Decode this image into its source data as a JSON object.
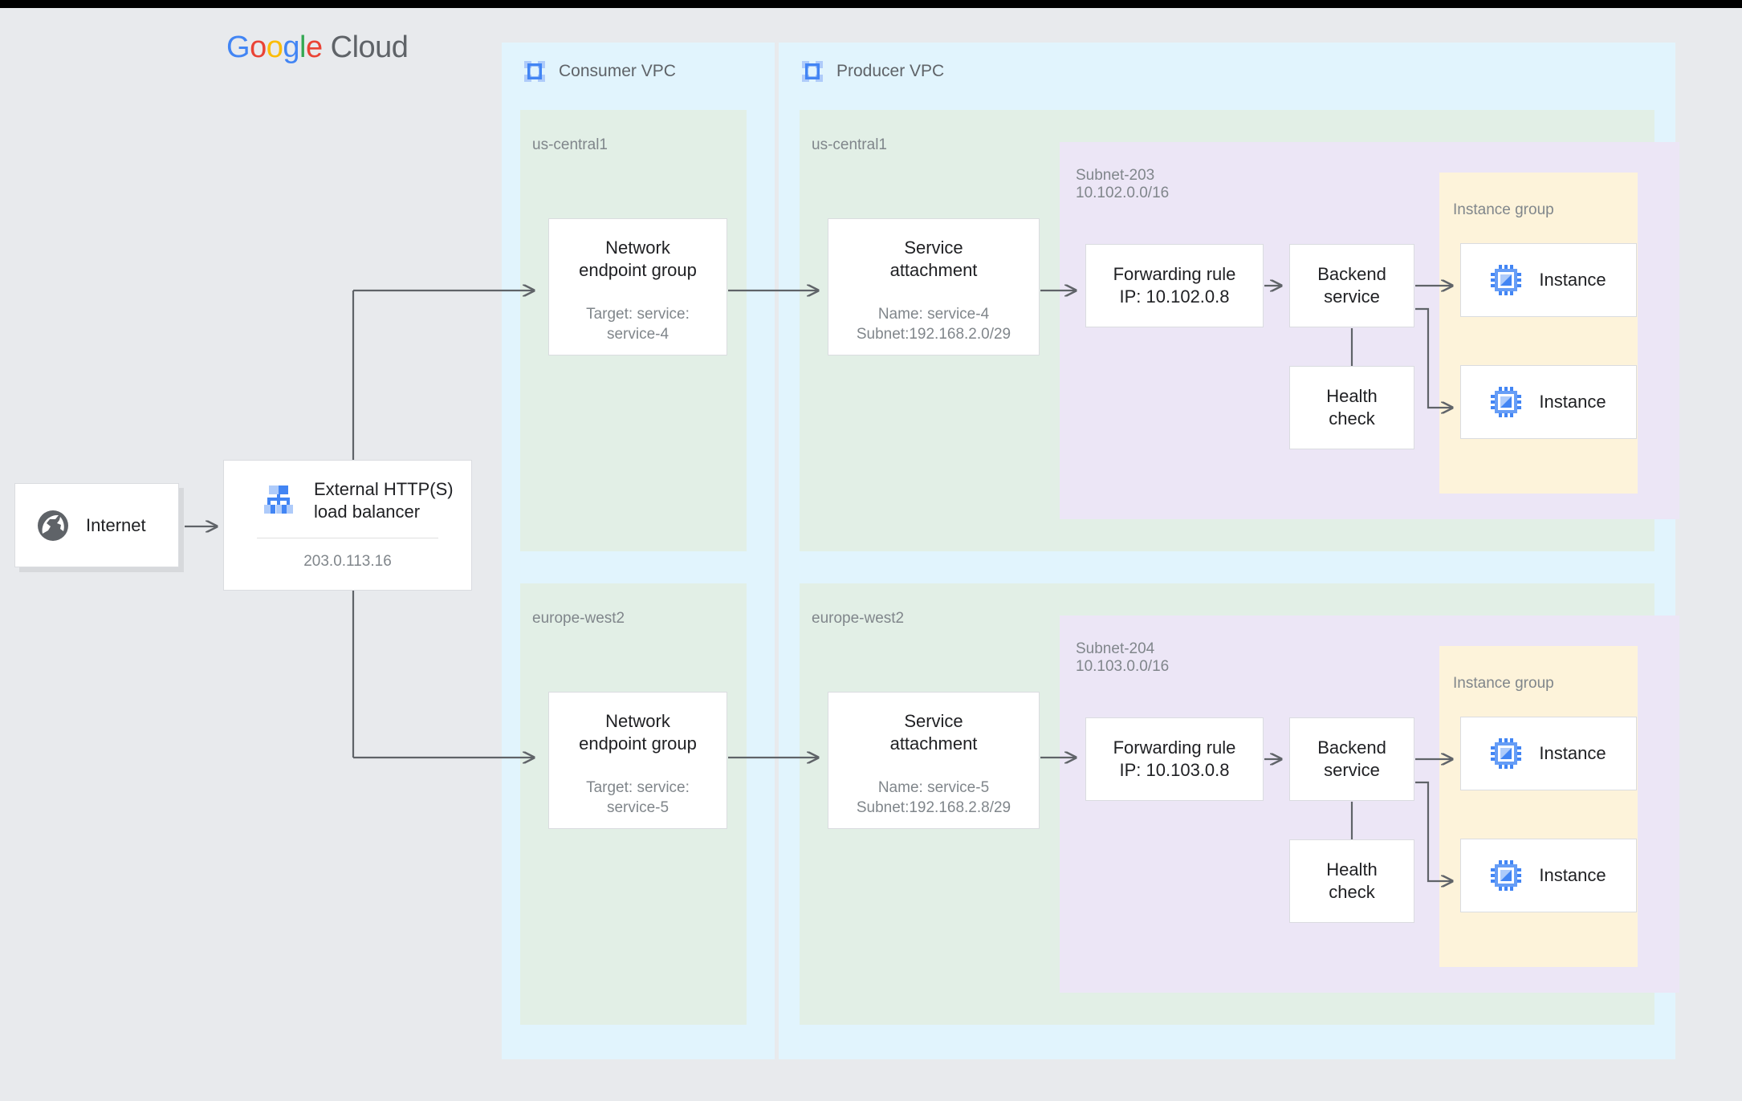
{
  "brand": {
    "logo_parts": [
      {
        "text": "G",
        "color": "#4285f4"
      },
      {
        "text": "o",
        "color": "#ea4335"
      },
      {
        "text": "o",
        "color": "#fbbc05"
      },
      {
        "text": "g",
        "color": "#4285f4"
      },
      {
        "text": "l",
        "color": "#34a853"
      },
      {
        "text": "e",
        "color": "#ea4335"
      }
    ],
    "logo_text": "Google",
    "logo_suffix": "Cloud"
  },
  "colors": {
    "background": "#e8eaed",
    "vpc_fill": "#e1f4fd",
    "region_fill": "#e2efe6",
    "subnet_fill": "#ece6f6",
    "instance_group_fill": "#fdf3da",
    "box_fill": "#ffffff",
    "box_border": "#dadce0",
    "wire": "#5f6368",
    "label_text": "#80868b",
    "title_text": "#202124",
    "google_blue": "#4285f4",
    "icon_blue": "#669df6",
    "icon_blue_light": "#aecbfa",
    "globe_gray": "#5f6368"
  },
  "internet": {
    "label": "Internet",
    "icon": "globe-icon"
  },
  "load_balancer": {
    "title": "External HTTP(S)\nload balancer",
    "ip": "203.0.113.16",
    "icon": "load-balancer-icon"
  },
  "consumer_vpc": {
    "label": "Consumer VPC",
    "icon": "vpc-icon",
    "regions": [
      {
        "name": "us-central1",
        "neg": {
          "title": "Network\nendpoint group",
          "sub": "Target: service:\nservice-4"
        }
      },
      {
        "name": "europe-west2",
        "neg": {
          "title": "Network\nendpoint group",
          "sub": "Target: service:\nservice-5"
        }
      }
    ]
  },
  "producer_vpc": {
    "label": "Producer VPC",
    "icon": "vpc-icon",
    "regions": [
      {
        "name": "us-central1",
        "service_attachment": {
          "title": "Service\nattachment",
          "sub": "Name: service-4\nSubnet:192.168.2.0/29"
        },
        "subnet": {
          "label": "Subnet-203\n10.102.0.0/16",
          "forwarding_rule": {
            "title": "Forwarding rule\nIP: 10.102.0.8"
          },
          "backend_service": {
            "title": "Backend\nservice"
          },
          "health_check": {
            "title": "Health\ncheck"
          },
          "instance_group": {
            "label": "Instance group",
            "instances": [
              {
                "label": "Instance",
                "icon": "instance-chip-icon"
              },
              {
                "label": "Instance",
                "icon": "instance-chip-icon"
              }
            ]
          }
        }
      },
      {
        "name": "europe-west2",
        "service_attachment": {
          "title": "Service\nattachment",
          "sub": "Name: service-5\nSubnet:192.168.2.8/29"
        },
        "subnet": {
          "label": "Subnet-204\n10.103.0.0/16",
          "forwarding_rule": {
            "title": "Forwarding rule\nIP: 10.103.0.8"
          },
          "backend_service": {
            "title": "Backend\nservice"
          },
          "health_check": {
            "title": "Health\ncheck"
          },
          "instance_group": {
            "label": "Instance group",
            "instances": [
              {
                "label": "Instance",
                "icon": "instance-chip-icon"
              },
              {
                "label": "Instance",
                "icon": "instance-chip-icon"
              }
            ]
          }
        }
      }
    ]
  }
}
